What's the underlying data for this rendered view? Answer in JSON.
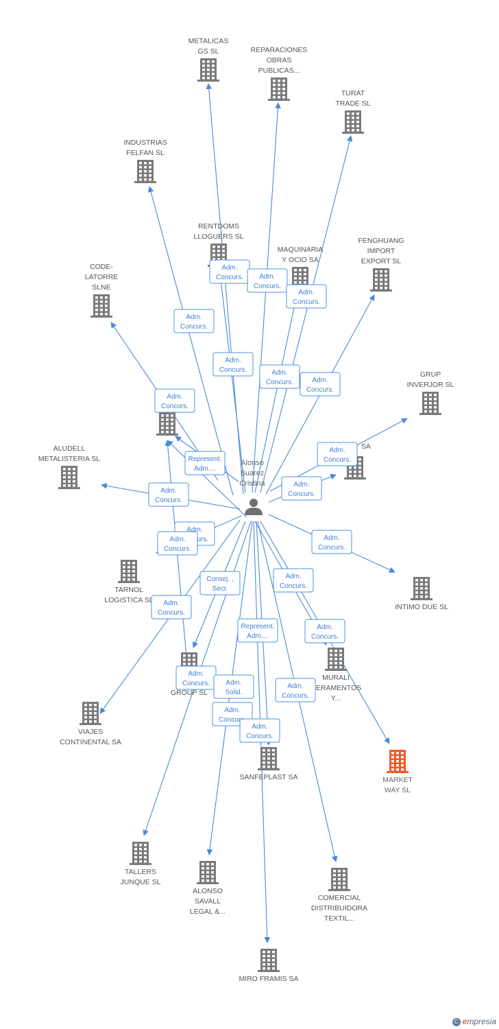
{
  "colors": {
    "edge": "#4a8ad8",
    "building": "#7a7a7a",
    "target": "#f05a28",
    "person": "#6f6f6f"
  },
  "person": {
    "label_lines": [
      "Alonso",
      "Suarez",
      "Cristina"
    ],
    "icon": "person-icon"
  },
  "companies": [
    {
      "id": "metalicas",
      "lines": [
        "METALICAS",
        "GS SL"
      ]
    },
    {
      "id": "reparaciones",
      "lines": [
        "REPARACIONES",
        "OBRAS",
        "PUBLICAS..."
      ]
    },
    {
      "id": "turat",
      "lines": [
        "TURAT",
        "TRADE SL"
      ]
    },
    {
      "id": "industrias",
      "lines": [
        "INDUSTRIAS",
        "FELFAN SL"
      ]
    },
    {
      "id": "rentdoms",
      "lines": [
        "RENTDOMS",
        "LLOGUERS SL"
      ]
    },
    {
      "id": "maquinaria",
      "lines": [
        "MAQUINARIA",
        "Y OCIO SA"
      ]
    },
    {
      "id": "fenghuang",
      "lines": [
        "FENGHUANG",
        "IMPORT",
        "EXPORT SL"
      ]
    },
    {
      "id": "codelatorre",
      "lines": [
        "CODE-",
        "LATORRE",
        "SLNE"
      ]
    },
    {
      "id": "ferr",
      "lines": [
        "FERR",
        "N"
      ]
    },
    {
      "id": "grup",
      "lines": [
        "GRUP",
        "INVERJOR SL"
      ]
    },
    {
      "id": "sa_right",
      "lines": [
        "SA"
      ]
    },
    {
      "id": "aludell",
      "lines": [
        "ALUDELL",
        "METALISTERIA SL"
      ]
    },
    {
      "id": "tarnol",
      "lines": [
        "TARNOL",
        "LOGISTICA SL"
      ]
    },
    {
      "id": "intimo",
      "lines": [
        "INTIMO DUE SL"
      ]
    },
    {
      "id": "group",
      "lines": [
        "A",
        "GROUP SL"
      ]
    },
    {
      "id": "murali",
      "lines": [
        "MURALI",
        "GERAMENTOS",
        "Y..."
      ]
    },
    {
      "id": "viajes",
      "lines": [
        "VIAJES",
        "CONTINENTAL SA"
      ]
    },
    {
      "id": "sanfeplast",
      "lines": [
        "SANFEPLAST SA"
      ]
    },
    {
      "id": "market",
      "lines": [
        "MARKET",
        "WAY SL"
      ],
      "highlight": true
    },
    {
      "id": "tallers",
      "lines": [
        "TALLERS",
        "JUNQUE SL"
      ]
    },
    {
      "id": "alonsosavall",
      "lines": [
        "ALONSO",
        "SAVALL",
        "LEGAL &..."
      ]
    },
    {
      "id": "comercial",
      "lines": [
        "COMERCIAL",
        "DISTRIBUIDORA",
        "TEXTIL..."
      ]
    },
    {
      "id": "miro",
      "lines": [
        "MIRO FRAMIS SA"
      ]
    }
  ],
  "roles": [
    {
      "id": "r_rentdoms",
      "lines": [
        "Adm.",
        "Concurs."
      ]
    },
    {
      "id": "r_reparaciones",
      "lines": [
        "Adm.",
        "Concurs."
      ]
    },
    {
      "id": "r_turat",
      "lines": [
        "Adm.",
        "Concurs."
      ]
    },
    {
      "id": "r_industrias",
      "lines": [
        "Adm.",
        "Concurs."
      ]
    },
    {
      "id": "r_metalicas",
      "lines": [
        "Adm.",
        "Concurs."
      ]
    },
    {
      "id": "r_maquinaria",
      "lines": [
        "Adm.",
        "Concurs."
      ]
    },
    {
      "id": "r_fenghuang",
      "lines": [
        "Adm.",
        "Concurs."
      ]
    },
    {
      "id": "r_codelatorre",
      "lines": [
        "Adm.",
        "Concurs."
      ]
    },
    {
      "id": "r_ferr",
      "lines": [
        "Represent.",
        "Adm...."
      ]
    },
    {
      "id": "r_grup",
      "lines": [
        "Adm.",
        "Concurs."
      ]
    },
    {
      "id": "r_sa",
      "lines": [
        "Adm.",
        "Concurs."
      ]
    },
    {
      "id": "r_aludell",
      "lines": [
        "Adm.",
        "Concurs."
      ]
    },
    {
      "id": "r_tarnol_a",
      "lines": [
        "Adm.",
        "Concurs."
      ]
    },
    {
      "id": "r_tarnol_b",
      "lines": [
        "Adm.",
        "Concurs."
      ]
    },
    {
      "id": "r_intimo",
      "lines": [
        "Adm.",
        "Concurs."
      ]
    },
    {
      "id": "r_group_consej",
      "lines": [
        "Consej. ,",
        "Secr."
      ]
    },
    {
      "id": "r_viajes",
      "lines": [
        "Adm.",
        "Concurs."
      ]
    },
    {
      "id": "r_comercial",
      "lines": [
        "Adm.",
        "Concurs."
      ]
    },
    {
      "id": "r_market",
      "lines": [
        "Adm.",
        "Concurs."
      ]
    },
    {
      "id": "r_alonsosavall",
      "lines": [
        "Represent.",
        "Adm...."
      ]
    },
    {
      "id": "r_group_adm",
      "lines": [
        "Adm.",
        "Concurs."
      ]
    },
    {
      "id": "r_solid",
      "lines": [
        "Adm.",
        "Solid."
      ]
    },
    {
      "id": "r_murali",
      "lines": [
        "Adm.",
        "Concurs."
      ]
    },
    {
      "id": "r_tallers",
      "lines": [
        "Adm.",
        "Concurs."
      ]
    },
    {
      "id": "r_sanfeplast",
      "lines": [
        "Adm.",
        "Concurs."
      ]
    }
  ],
  "brand": {
    "symbol": "C",
    "first": "e",
    "rest": "mpresia"
  }
}
